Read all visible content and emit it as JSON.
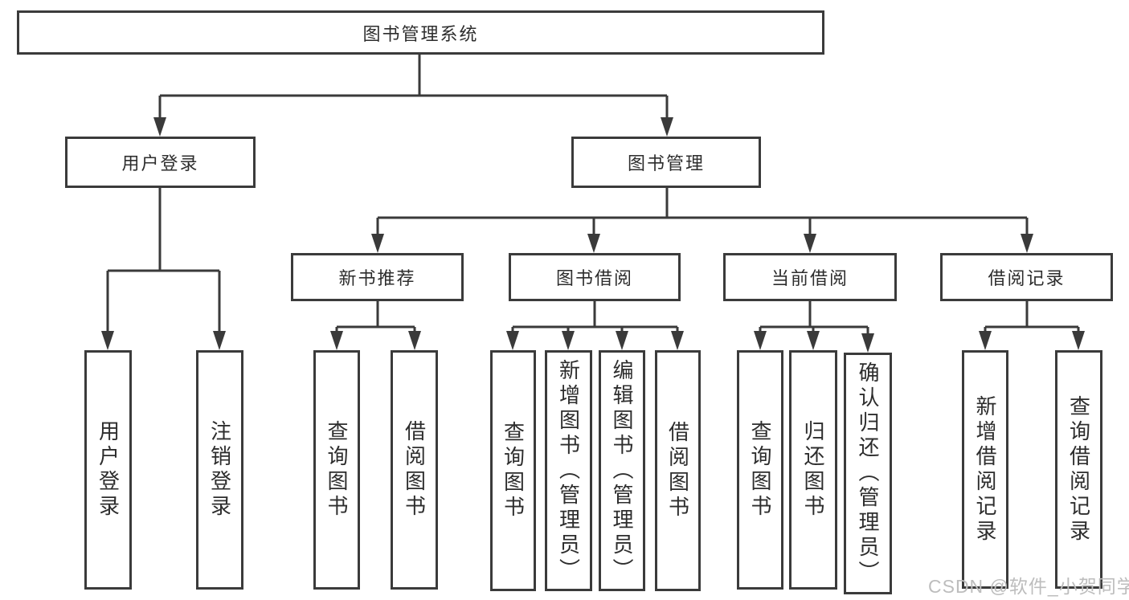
{
  "tree": {
    "root": {
      "label": "图书管理系统"
    },
    "branches": [
      {
        "label": "用户登录",
        "children": [
          {
            "label": "用户登录"
          },
          {
            "label": "注销登录"
          }
        ]
      },
      {
        "label": "图书管理",
        "children": [
          {
            "label": "新书推荐",
            "children": [
              {
                "label": "查询图书"
              },
              {
                "label": "借阅图书"
              }
            ]
          },
          {
            "label": "图书借阅",
            "children": [
              {
                "label": "查询图书"
              },
              {
                "label": "新增图书（管理员）"
              },
              {
                "label": "编辑图书（管理员）"
              },
              {
                "label": "借阅图书"
              }
            ]
          },
          {
            "label": "当前借阅",
            "children": [
              {
                "label": "查询图书"
              },
              {
                "label": "归还图书"
              },
              {
                "label": "确认归还（管理员）"
              }
            ]
          },
          {
            "label": "借阅记录",
            "children": [
              {
                "label": "新增借阅记录"
              },
              {
                "label": "查询借阅记录"
              }
            ]
          }
        ]
      }
    ]
  },
  "watermark": {
    "text": "CSDN @软件_小贺同学"
  },
  "colors": {
    "line": "#3a3a3a",
    "border": "#3b3b3b",
    "text": "#2d2d2d",
    "watermark": "#bdbdbd"
  }
}
